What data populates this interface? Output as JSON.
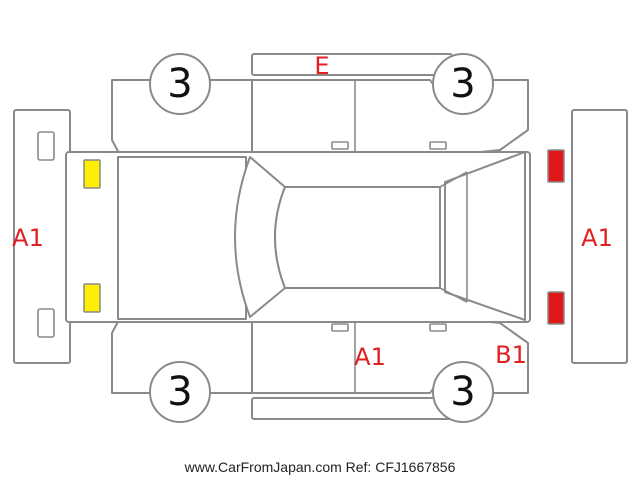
{
  "colors": {
    "outline": "#8a8a8a",
    "damage_text": "#e02020",
    "rear_lamp": "#e01818",
    "front_lamp": "#ffee00",
    "tire_number": "#111111"
  },
  "tires": {
    "front_left": "3",
    "rear_left": "3",
    "front_right": "3",
    "rear_right": "3"
  },
  "damage_labels": {
    "roof_edge": "E",
    "front_bumper": "A1",
    "rear_bumper": "A1",
    "right_side_door": "A1",
    "right_rear_panel": "B1"
  },
  "lamps": {
    "front": "yellow",
    "rear": "red"
  },
  "footer": {
    "watermark": "www.CarFromJapan.com Ref: CFJ1667856"
  }
}
